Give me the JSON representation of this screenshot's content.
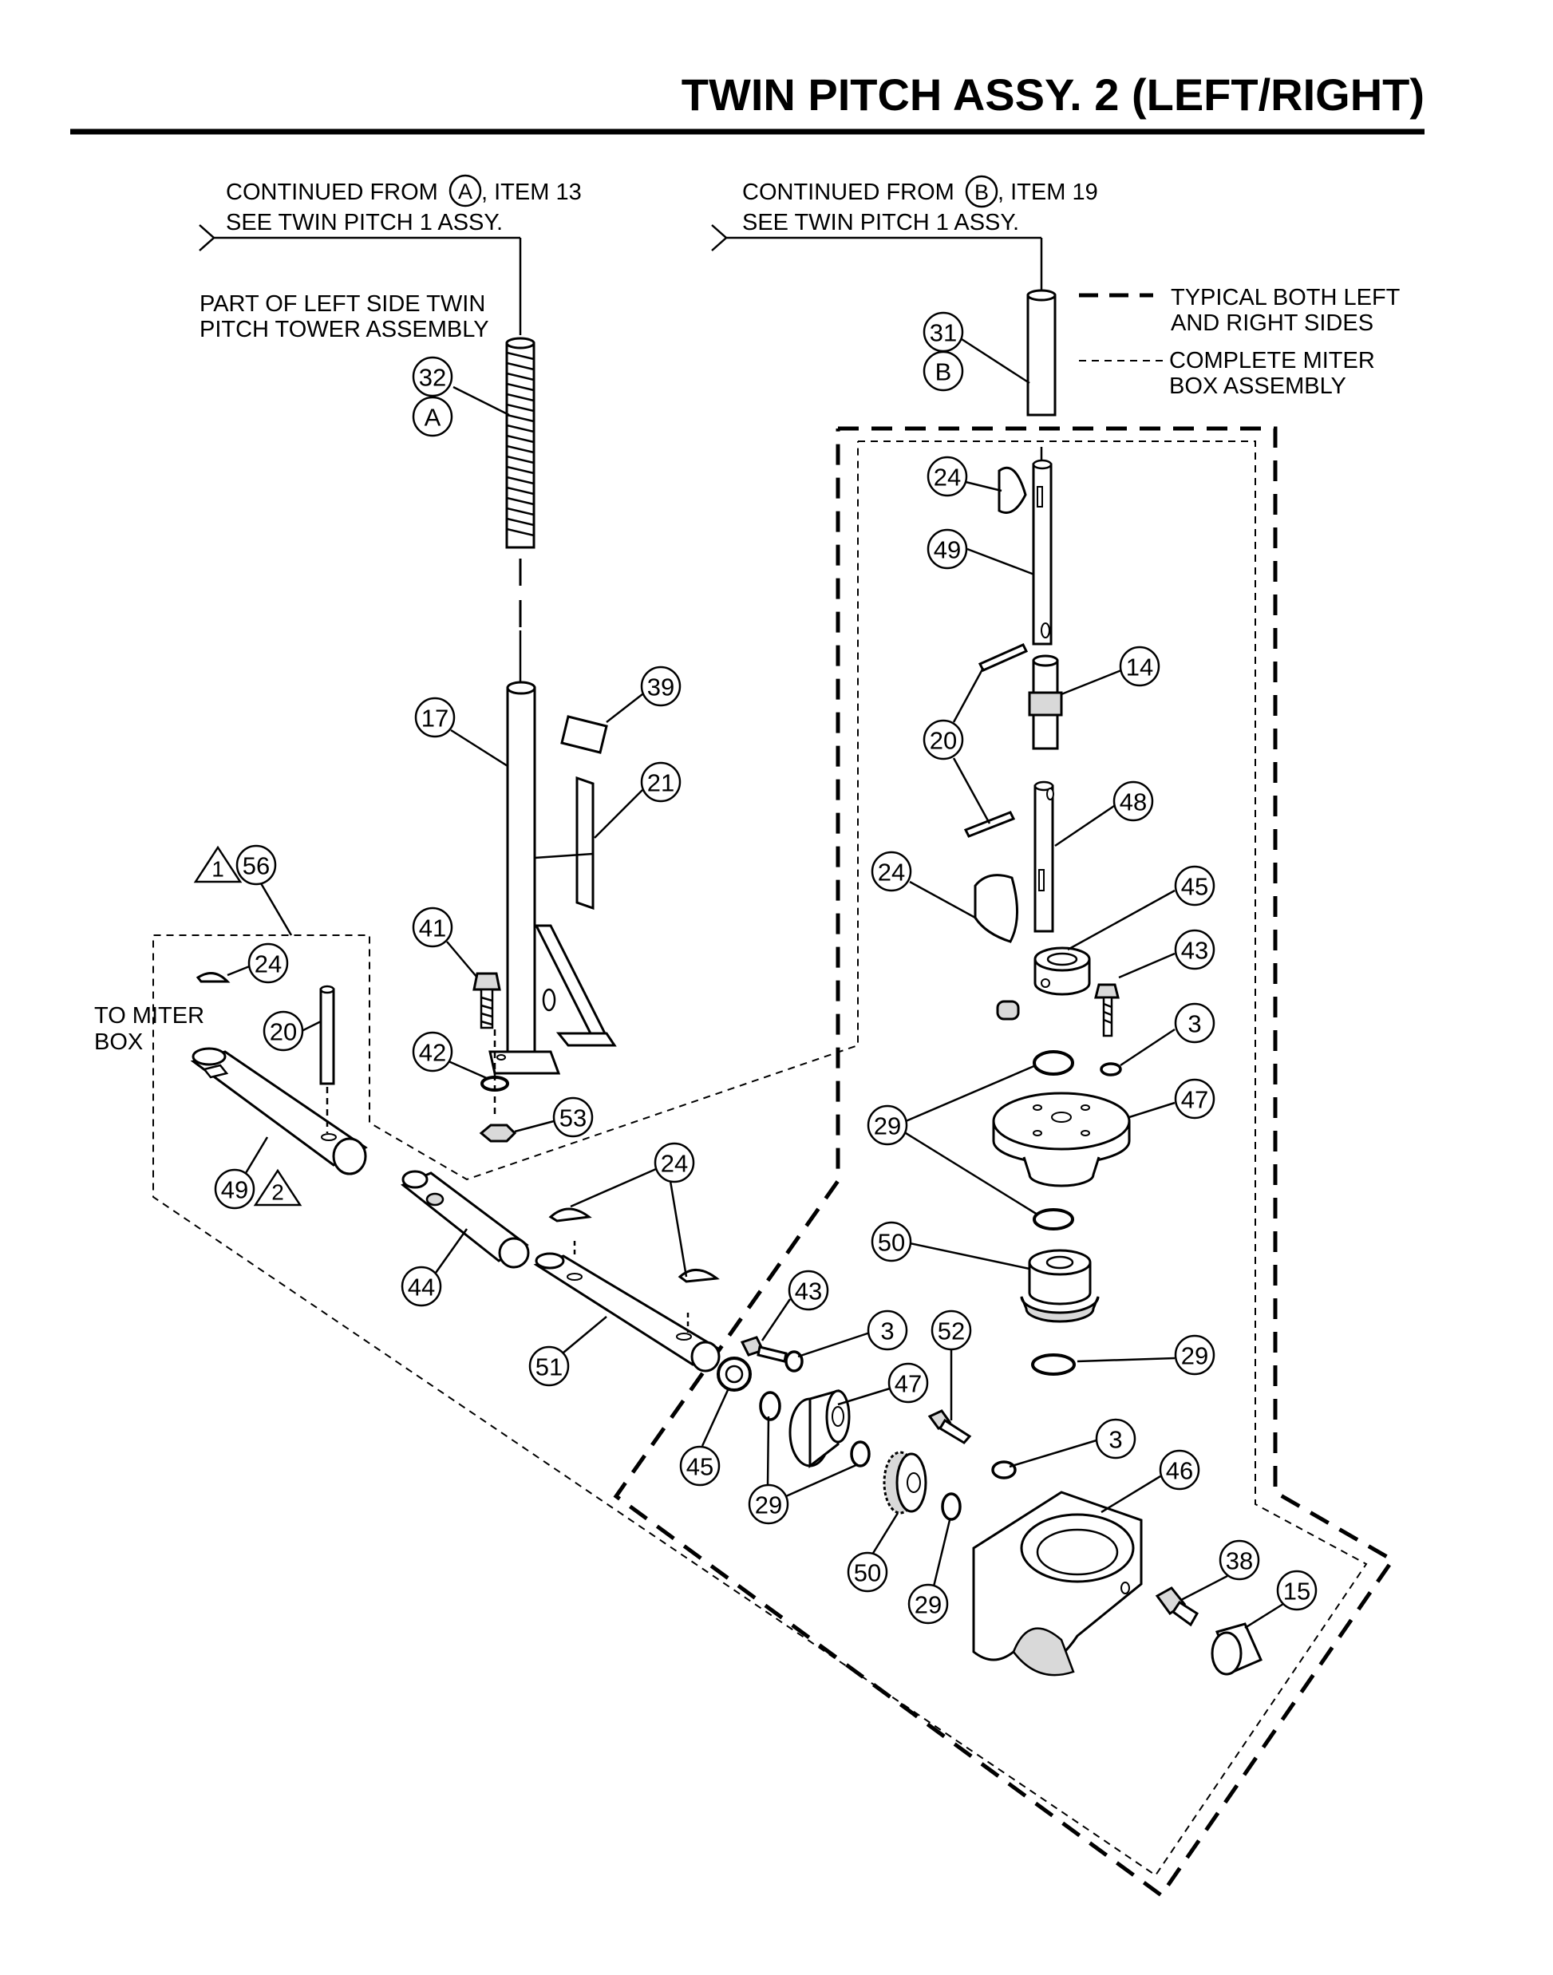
{
  "header": {
    "title": "TWIN PITCH ASSY. 2 (LEFT/RIGHT)"
  },
  "notes": {
    "continued_a_prefix": "CONTINUED FROM",
    "continued_a_ref": "A",
    "continued_a_suffix": ", ITEM 13",
    "see_a": "SEE TWIN PITCH 1 ASSY.",
    "continued_b_prefix": "CONTINUED FROM",
    "continued_b_ref": "B",
    "continued_b_suffix": ", ITEM 19",
    "see_b": "SEE  TWIN PITCH 1 ASSY.",
    "part_of_line1": "PART OF LEFT SIDE TWIN",
    "part_of_line2": "PITCH TOWER ASSEMBLY",
    "to_miter_line1": "TO MITER",
    "to_miter_line2": "BOX"
  },
  "legend": {
    "typical_line1": "TYPICAL BOTH LEFT",
    "typical_line2": "AND RIGHT SIDES",
    "complete_line1": "COMPLETE MITER",
    "complete_line2": "BOX ASSEMBLY"
  },
  "callouts": {
    "c32": "32",
    "ca1": "A",
    "c31": "31",
    "cb1": "B",
    "c24a": "24",
    "c49a": "49",
    "c14": "14",
    "c20a": "20",
    "c48": "48",
    "c24b": "24",
    "c45a": "45",
    "c43a": "43",
    "c3a": "3",
    "c47a": "47",
    "c29a": "29",
    "c50a": "50",
    "c29b": "29",
    "c17": "17",
    "c39": "39",
    "c21": "21",
    "c41": "41",
    "c42": "42",
    "c53": "53",
    "c56": "56",
    "c24c": "24",
    "c20b": "20",
    "c49b": "49",
    "c44": "44",
    "c24d": "24",
    "c51": "51",
    "c45b": "45",
    "c43b": "43",
    "c3b": "3",
    "c47b": "47",
    "c52": "52",
    "c3c": "3",
    "c46": "46",
    "c29c": "29",
    "c50b": "50",
    "c29d": "29",
    "c38": "38",
    "c15": "15"
  },
  "revision_marks": {
    "t1": "1",
    "t2": "2"
  }
}
